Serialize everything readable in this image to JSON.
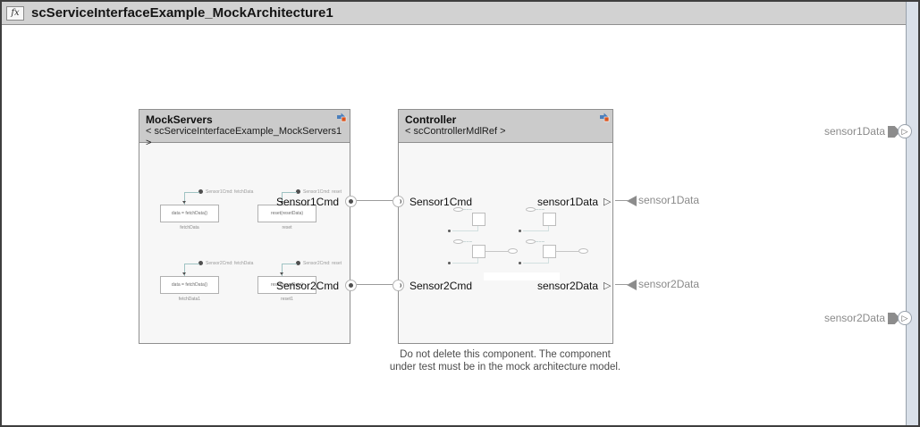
{
  "window": {
    "title": "scServiceInterfaceExample_MockArchitecture1",
    "fx_badge": "fx"
  },
  "mock_servers": {
    "name": "MockServers",
    "type_label": "< scServiceInterfaceExample_MockServers1 >",
    "port_labels": [
      "Sensor1Cmd",
      "Sensor2Cmd"
    ],
    "blocks": [
      {
        "annotation": "Sensor1Cmd: fetchData",
        "body": "data = fetchData()",
        "caption": "fetchData"
      },
      {
        "annotation": "Sensor1Cmd: reset",
        "body": "reset(resetData)",
        "caption": "reset"
      },
      {
        "annotation": "Sensor2Cmd: fetchData",
        "body": "data = fetchData()",
        "caption": "fetchData1"
      },
      {
        "annotation": "Sensor2Cmd: reset",
        "body": "reset(resetData)",
        "caption": "reset1"
      }
    ]
  },
  "controller": {
    "name": "Controller",
    "type_label": "< scControllerMdlRef >",
    "in_port_labels": [
      "Sensor1Cmd",
      "Sensor2Cmd"
    ],
    "out_port_labels": [
      "sensor1Data",
      "sensor2Data"
    ],
    "note": [
      "Do not delete this component. The component",
      "under test must be in the mock architecture model."
    ]
  },
  "signal_links": [
    "sensor1Data",
    "sensor2Data"
  ],
  "boundary_ports": [
    "sensor1Data",
    "sensor2Data"
  ],
  "glyphs": {
    "out_triangle": "▷"
  },
  "colors": {
    "titlebar": "#d2d2d2",
    "component_header": "#cbcbcb",
    "component_body": "#f7f7f7",
    "boundary_strip": "#d9e0e9",
    "link_gray": "#8c8c8c",
    "port_dark": "#4f4f4f",
    "badge_blue": "#4a7ebb",
    "badge_orange": "#d9541e"
  }
}
